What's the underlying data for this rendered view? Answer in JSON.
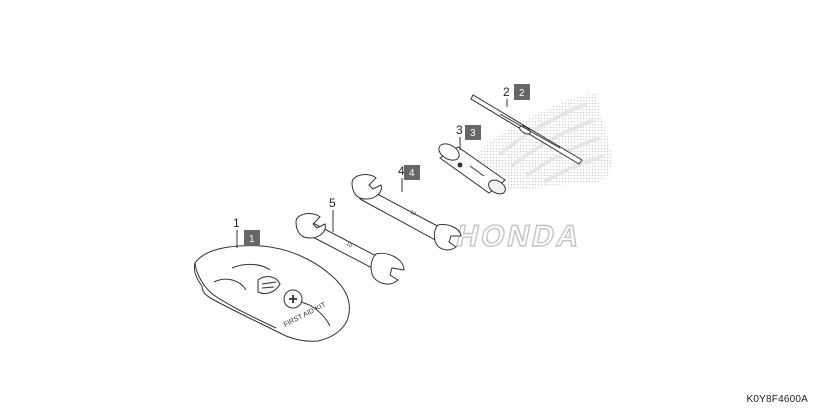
{
  "parts": [
    {
      "number": "1",
      "badge": "1"
    },
    {
      "number": "2",
      "badge": "2"
    },
    {
      "number": "3",
      "badge": "3"
    },
    {
      "number": "4",
      "badge": "4"
    },
    {
      "number": "5"
    }
  ],
  "kit_label": "FIRST AID KIT",
  "watermark": "HONDA",
  "wrench_marks": {
    "large": "12",
    "small": "10"
  },
  "diagram_code": "K0Y8F4600A",
  "colors": {
    "line": "#333333",
    "badge": "#666666",
    "watermark": "#d4d4d4"
  }
}
